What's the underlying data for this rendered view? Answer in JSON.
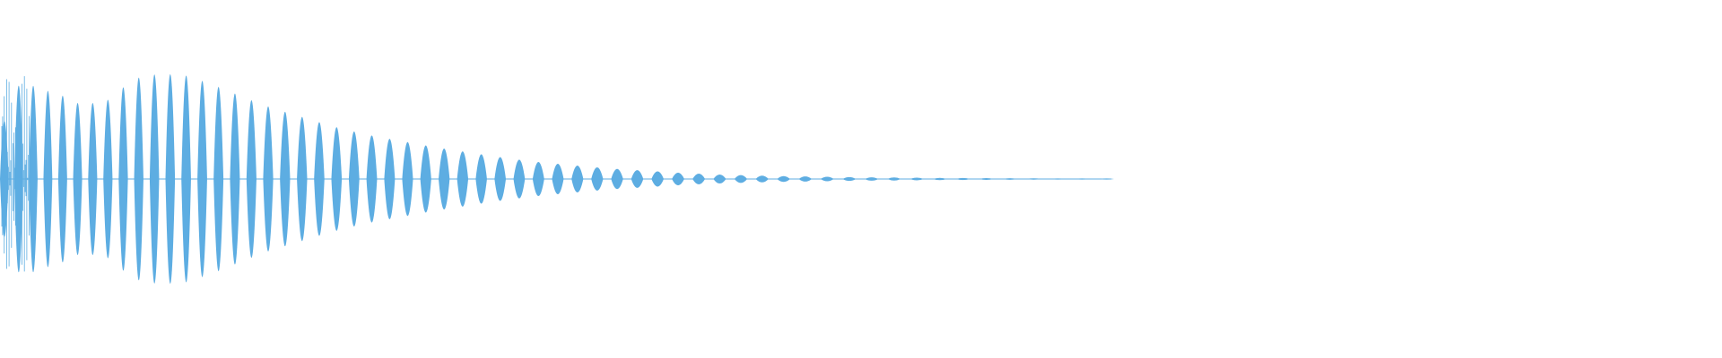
{
  "waveform": {
    "color": "#5dade2",
    "background": "#ffffff",
    "description_type": "audio-waveform",
    "duration_fraction_with_signal": 0.64,
    "envelope": [
      {
        "t": 0.0,
        "amp": 0.55
      },
      {
        "t": 0.01,
        "amp": 0.95
      },
      {
        "t": 0.02,
        "amp": 0.85
      },
      {
        "t": 0.03,
        "amp": 0.82
      },
      {
        "t": 0.045,
        "amp": 0.7
      },
      {
        "t": 0.06,
        "amp": 0.75
      },
      {
        "t": 0.075,
        "amp": 0.95
      },
      {
        "t": 0.09,
        "amp": 1.0
      },
      {
        "t": 0.105,
        "amp": 0.98
      },
      {
        "t": 0.12,
        "amp": 0.9
      },
      {
        "t": 0.135,
        "amp": 0.8
      },
      {
        "t": 0.15,
        "amp": 0.7
      },
      {
        "t": 0.17,
        "amp": 0.6
      },
      {
        "t": 0.19,
        "amp": 0.5
      },
      {
        "t": 0.21,
        "amp": 0.42
      },
      {
        "t": 0.23,
        "amp": 0.36
      },
      {
        "t": 0.25,
        "amp": 0.3
      },
      {
        "t": 0.27,
        "amp": 0.25
      },
      {
        "t": 0.29,
        "amp": 0.2
      },
      {
        "t": 0.31,
        "amp": 0.16
      },
      {
        "t": 0.33,
        "amp": 0.13
      },
      {
        "t": 0.35,
        "amp": 0.1
      },
      {
        "t": 0.37,
        "amp": 0.08
      },
      {
        "t": 0.39,
        "amp": 0.06
      },
      {
        "t": 0.41,
        "amp": 0.045
      },
      {
        "t": 0.43,
        "amp": 0.035
      },
      {
        "t": 0.45,
        "amp": 0.028
      },
      {
        "t": 0.48,
        "amp": 0.02
      },
      {
        "t": 0.51,
        "amp": 0.015
      },
      {
        "t": 0.55,
        "amp": 0.01
      },
      {
        "t": 0.6,
        "amp": 0.006
      },
      {
        "t": 0.64,
        "amp": 0.004
      }
    ]
  }
}
